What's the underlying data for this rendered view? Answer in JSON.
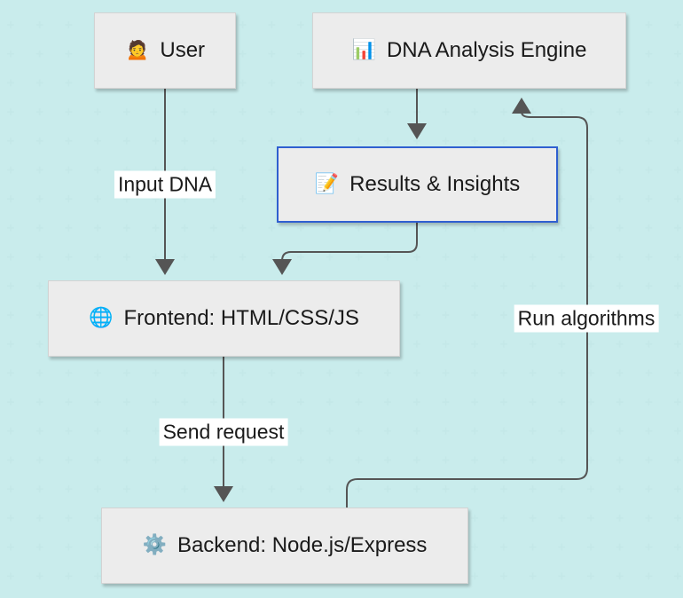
{
  "nodes": {
    "user": {
      "icon": "🙍",
      "label": "User"
    },
    "engine": {
      "icon": "📊",
      "label": "DNA Analysis Engine"
    },
    "results": {
      "icon": "📝",
      "label": "Results & Insights"
    },
    "frontend": {
      "icon": "🌐",
      "label": "Frontend: HTML/CSS/JS"
    },
    "backend": {
      "icon": "⚙️",
      "label": "Backend: Node.js/Express"
    }
  },
  "edges": {
    "input_dna": "Input DNA",
    "send_request": "Send request",
    "run_algorithms": "Run algorithms"
  },
  "colors": {
    "node_fill": "#ececec",
    "node_border": "#d3d3d3",
    "highlight_border": "#2f5fd0",
    "edge": "#555555",
    "grid": "#c9ecec"
  }
}
